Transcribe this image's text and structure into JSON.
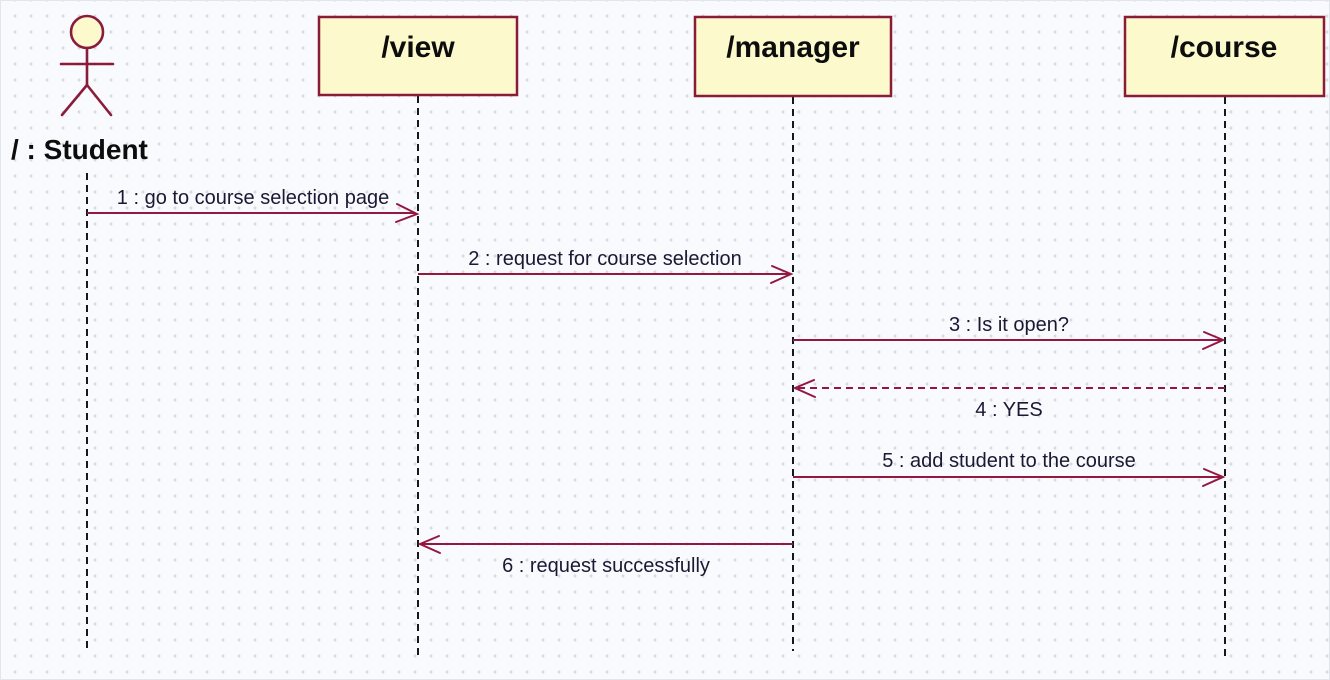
{
  "diagram": {
    "type": "uml-sequence-diagram",
    "actor": {
      "label": "/ : Student"
    },
    "participants": [
      {
        "id": "view",
        "label": "/view"
      },
      {
        "id": "manager",
        "label": "/manager"
      },
      {
        "id": "course",
        "label": "/course"
      }
    ],
    "messages": [
      {
        "seq": 1,
        "label": "1 : go to course selection page",
        "from": "student",
        "to": "view",
        "line": "solid",
        "direction": "right"
      },
      {
        "seq": 2,
        "label": "2 : request for course selection",
        "from": "view",
        "to": "manager",
        "line": "solid",
        "direction": "right"
      },
      {
        "seq": 3,
        "label": "3 : Is it open?",
        "from": "manager",
        "to": "course",
        "line": "solid",
        "direction": "right"
      },
      {
        "seq": 4,
        "label": "4 : YES",
        "from": "course",
        "to": "manager",
        "line": "dashed",
        "direction": "left"
      },
      {
        "seq": 5,
        "label": "5 : add student to the course",
        "from": "manager",
        "to": "course",
        "line": "solid",
        "direction": "right"
      },
      {
        "seq": 6,
        "label": "6 : request successfully",
        "from": "manager",
        "to": "view",
        "line": "solid",
        "direction": "left"
      }
    ],
    "colors": {
      "participant_fill": "#fcf9cd",
      "participant_border": "#8a1c3a",
      "message_line": "#941740",
      "message_text": "#191933",
      "lifeline": "#17171f",
      "canvas_background": "#f9fafd",
      "grid_dot": "#d8dae2",
      "label_text": "#0d0d0d"
    }
  }
}
